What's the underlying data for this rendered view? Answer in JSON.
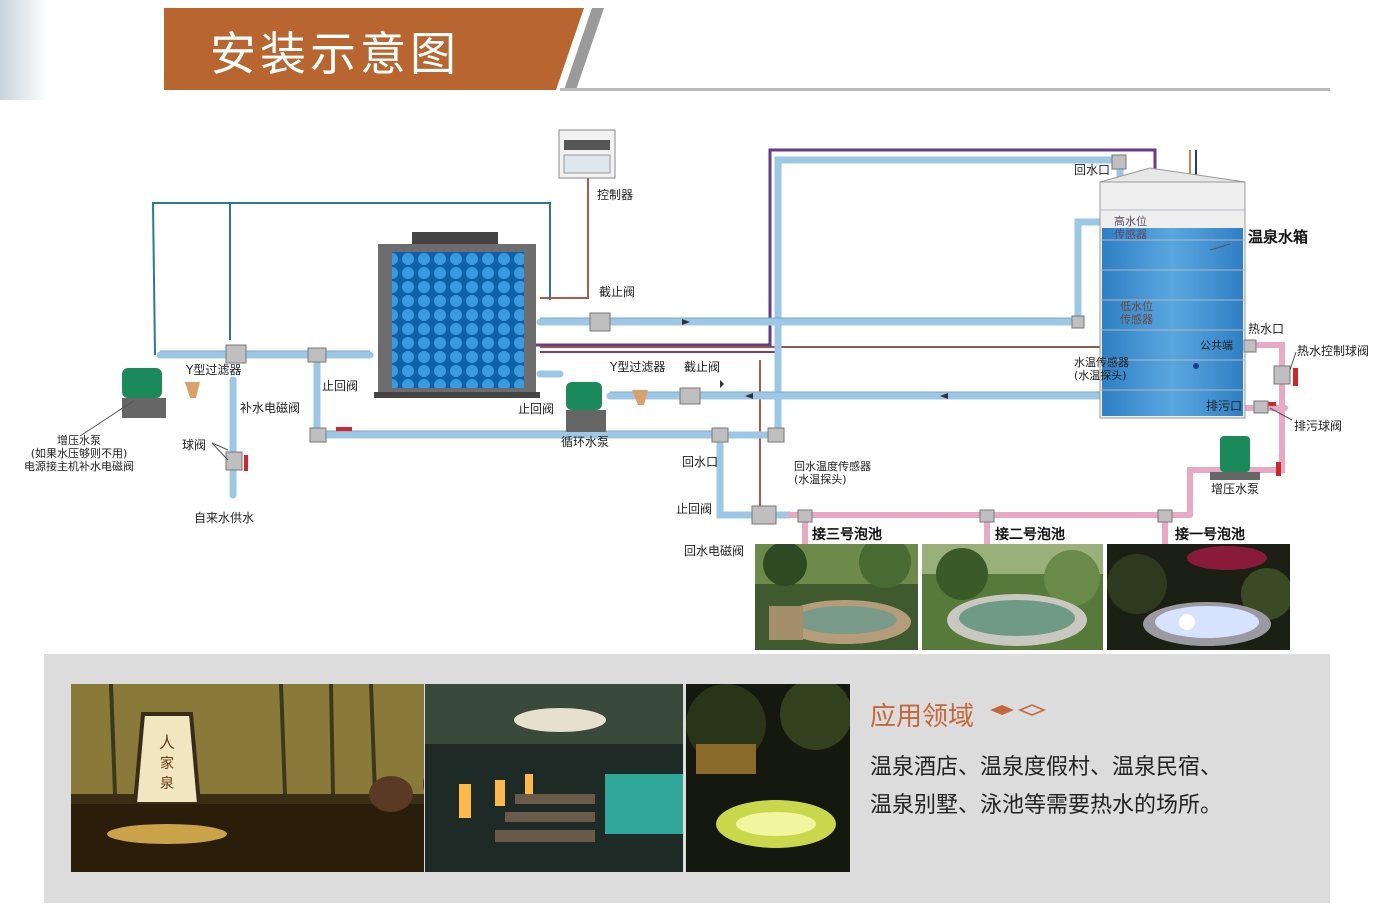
{
  "page": {
    "title": "安装示意图"
  },
  "colors": {
    "title_band": "#b8652f",
    "accent": "#c2683a",
    "cold_pipe": "#9cc8e6",
    "hot_pipe": "#e9a8c3",
    "tank_water": "#3b8ed0",
    "valve_red": "#d6232a"
  },
  "labels": {
    "controller": "控制器",
    "shutoff_valve_top": "截止阀",
    "booster_pump_left": "增压水泵",
    "booster_pump_note": "(如果水压够则不用)",
    "booster_pump_power": "电源接主机补水电磁阀",
    "y_filter_left": "Y型过滤器",
    "makeup_solenoid": "补水电磁阀",
    "check_valve_left": "止回阀",
    "ball_valve": "球阀",
    "tap_water": "自来水供水",
    "check_valve_mid": "止回阀",
    "y_filter_mid": "Y型过滤器",
    "shutoff_valve_mid": "截止阀",
    "circulation_pump": "循环水泵",
    "return_port_bottom": "回水口",
    "return_temp_sensor_1": "回水温度传感器",
    "return_temp_sensor_2": "(水温探头)",
    "check_valve_bottom": "止回阀",
    "return_solenoid": "回水电磁阀",
    "return_port_top": "回水口",
    "high_level_sensor_1": "高水位",
    "high_level_sensor_2": "传感器",
    "hot_spring_tank": "温泉水箱",
    "low_level_sensor_1": "低水位",
    "low_level_sensor_2": "传感器",
    "common_end": "公共端",
    "hot_water_port": "热水口",
    "tank_temp_sensor_1": "水温传感器",
    "tank_temp_sensor_2": "(水温探头)",
    "hot_water_ball_valve": "热水控制球阀",
    "drain_port": "排污口",
    "drain_ball_valve": "排污球阀",
    "booster_pump_right": "增压水泵",
    "pool_3": "接三号泡池",
    "pool_2": "接二号泡池",
    "pool_1": "接一号泡池"
  },
  "application": {
    "heading": "应用领域",
    "line1": "温泉酒店、温泉度假村、温泉民宿、",
    "line2": "温泉别墅、泳池等需要热水的场所。"
  },
  "lantern": {
    "text": "人家泉"
  }
}
